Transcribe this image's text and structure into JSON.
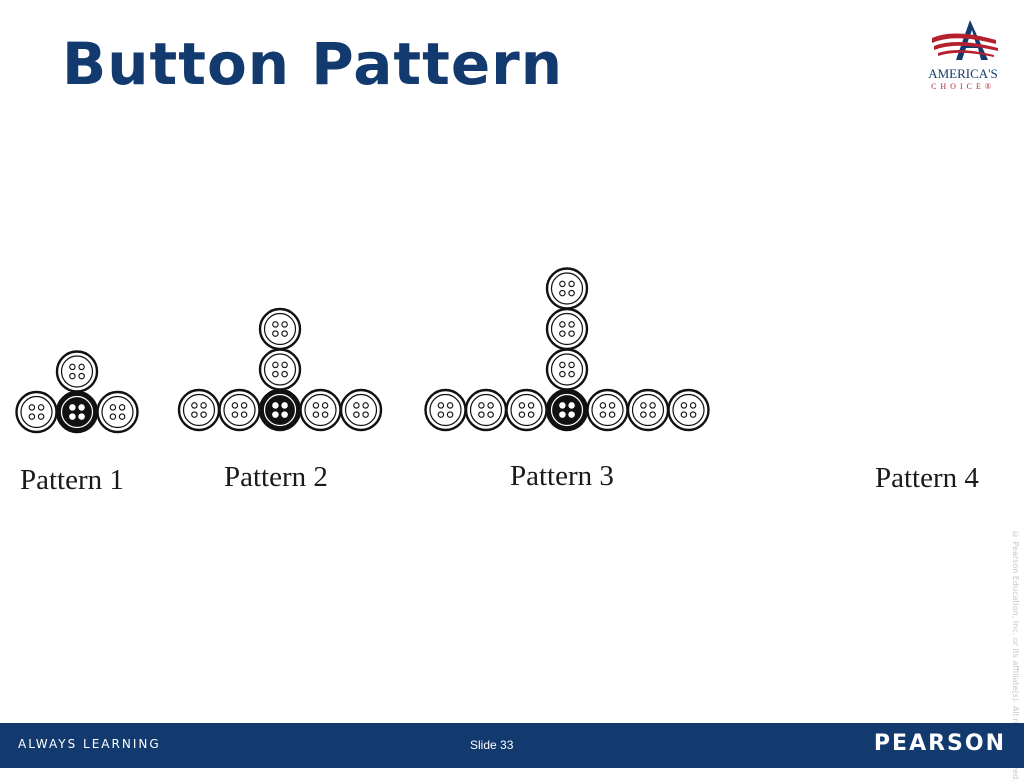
{
  "title": "Button Pattern",
  "logo": {
    "name": "AMERICA'S",
    "sub": "CHOICE®"
  },
  "patterns": [
    {
      "label": "Pattern 1",
      "arm_length": 1
    },
    {
      "label": "Pattern 2",
      "arm_length": 2
    },
    {
      "label": "Pattern 3",
      "arm_length": 3
    },
    {
      "label": "Pattern 4"
    }
  ],
  "copyright": "© Pearson Education, Inc. or its affiliate(s). All rights reserved.",
  "footer": {
    "tagline": "ALWAYS LEARNING",
    "slide_number": "Slide 33",
    "publisher": "PEARSON"
  },
  "colors": {
    "navy": "#123a6e",
    "red": "#b5202e",
    "ink": "#111111"
  }
}
